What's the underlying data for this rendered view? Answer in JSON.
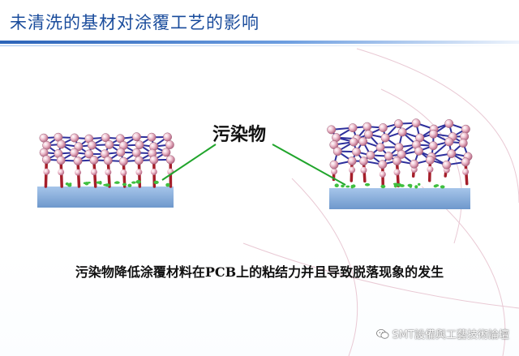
{
  "slide": {
    "title": "未清洗的基材对涂覆工艺的影响",
    "contaminant_label": "污染物",
    "caption": "污染物降低涂覆材料在PCB上的粘结力并且导致脱落现象的发生",
    "watermark": "SMT設備與工藝技術論壇"
  },
  "colors": {
    "title": "#1a4c9c",
    "substrate": "#8fb4e0",
    "network_line": "#2d2f9c",
    "node": "#e8b6c6",
    "leg": "#a51e2a",
    "contaminant": "#3fbf3f",
    "pointer": "#21a52c"
  },
  "icons": [
    "wechat-icon"
  ]
}
